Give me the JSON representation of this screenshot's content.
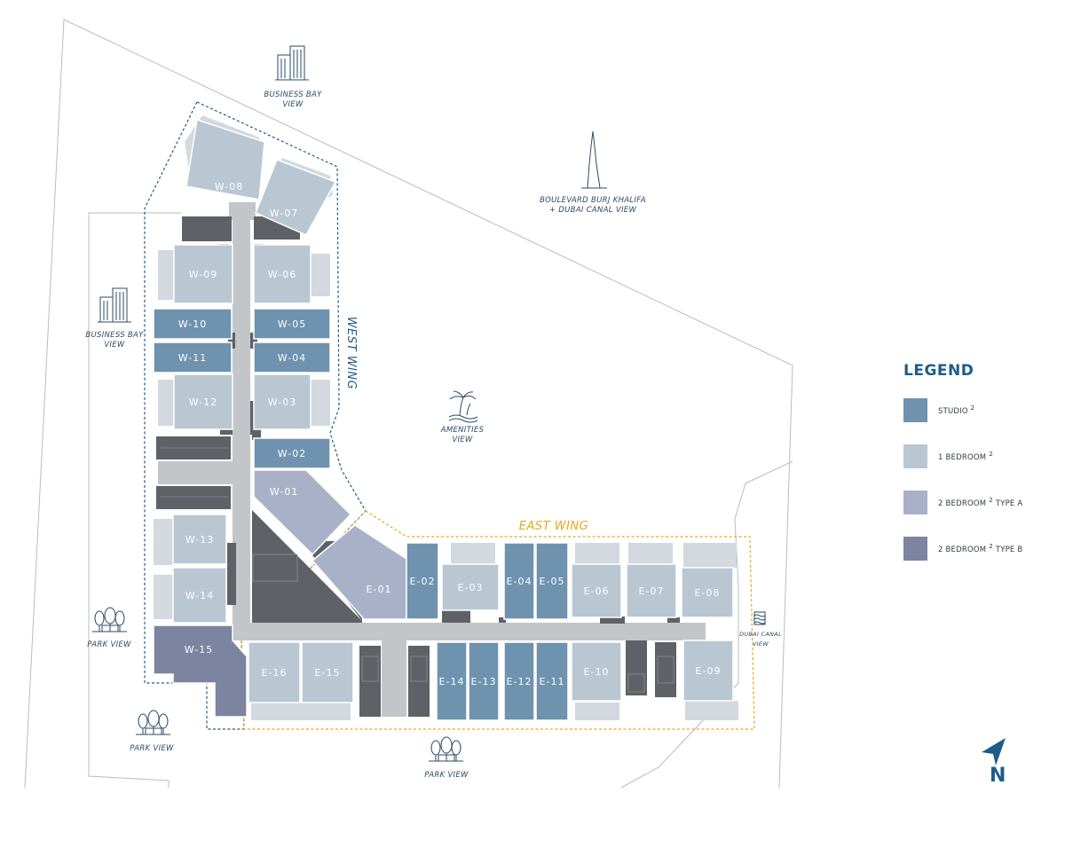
{
  "colors": {
    "studio": "#6f92ae",
    "one_bed": "#b9c7d2",
    "two_bed_a": "#a9b1c8",
    "two_bed_b": "#7c849f",
    "core": "#5e6166",
    "corridor": "#c3c6c9",
    "balcony": "#d3d9de",
    "outline": "#9aa0a6",
    "west_wing": "#1f5b8a",
    "east_wing": "#e5a91a"
  },
  "views": {
    "business_bay_top": [
      "BUSINESS BAY",
      "VIEW"
    ],
    "business_bay_left": [
      "BUSINESS BAY",
      "VIEW"
    ],
    "burj": [
      "BOULEVARD BURJ KHALIFA",
      "+ DUBAI CANAL VIEW"
    ],
    "amenities": [
      "AMENITIES",
      "VIEW"
    ],
    "park_left": [
      "PARK VIEW"
    ],
    "park_left_low": [
      "PARK VIEW"
    ],
    "park_bottom": [
      "PARK VIEW"
    ],
    "canal": [
      "DUBAI CANAL",
      "VIEW"
    ]
  },
  "wings": {
    "west": "WEST WING",
    "east": "EAST WING"
  },
  "legend": {
    "title": "LEGEND",
    "items": [
      {
        "label": "STUDIO",
        "sup": "2",
        "suffix": "",
        "color": "#6f92ae"
      },
      {
        "label": "1 BEDROOM",
        "sup": "2",
        "suffix": "",
        "color": "#b9c7d2"
      },
      {
        "label": "2 BEDROOM",
        "sup": "2",
        "suffix": " TYPE A",
        "color": "#a9b1c8"
      },
      {
        "label": "2 BEDROOM",
        "sup": "2",
        "suffix": " TYPE B",
        "color": "#7c849f"
      }
    ]
  },
  "compass": {
    "letter": "N"
  },
  "units": [
    {
      "id": "W-08",
      "type": "one_bed"
    },
    {
      "id": "W-07",
      "type": "one_bed"
    },
    {
      "id": "W-09",
      "type": "one_bed"
    },
    {
      "id": "W-06",
      "type": "one_bed"
    },
    {
      "id": "W-10",
      "type": "studio"
    },
    {
      "id": "W-05",
      "type": "studio"
    },
    {
      "id": "W-11",
      "type": "studio"
    },
    {
      "id": "W-04",
      "type": "studio"
    },
    {
      "id": "W-12",
      "type": "one_bed"
    },
    {
      "id": "W-03",
      "type": "one_bed"
    },
    {
      "id": "W-02",
      "type": "studio"
    },
    {
      "id": "W-01",
      "type": "two_bed_a"
    },
    {
      "id": "W-13",
      "type": "one_bed"
    },
    {
      "id": "W-14",
      "type": "one_bed"
    },
    {
      "id": "W-15",
      "type": "two_bed_b"
    },
    {
      "id": "E-01",
      "type": "two_bed_a"
    },
    {
      "id": "E-02",
      "type": "studio"
    },
    {
      "id": "E-03",
      "type": "one_bed"
    },
    {
      "id": "E-04",
      "type": "studio"
    },
    {
      "id": "E-05",
      "type": "studio"
    },
    {
      "id": "E-06",
      "type": "one_bed"
    },
    {
      "id": "E-07",
      "type": "one_bed"
    },
    {
      "id": "E-08",
      "type": "one_bed"
    },
    {
      "id": "E-16",
      "type": "one_bed"
    },
    {
      "id": "E-15",
      "type": "one_bed"
    },
    {
      "id": "E-14",
      "type": "studio"
    },
    {
      "id": "E-13",
      "type": "studio"
    },
    {
      "id": "E-12",
      "type": "studio"
    },
    {
      "id": "E-11",
      "type": "studio"
    },
    {
      "id": "E-10",
      "type": "one_bed"
    },
    {
      "id": "E-09",
      "type": "one_bed"
    }
  ]
}
